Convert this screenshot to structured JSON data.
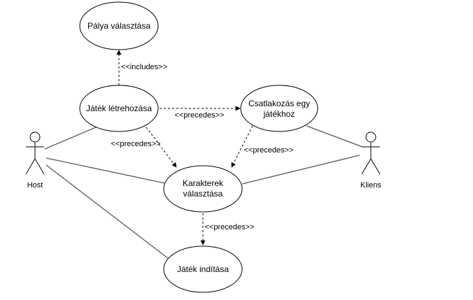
{
  "use_cases": {
    "palya": "Pálya választása",
    "letrehozas": "Játék létrehozása",
    "csatlakozas_line1": "Csatlakozás egy",
    "csatlakozas_line2": "játékhoz",
    "karakter_line1": "Karakterek",
    "karakter_line2": "választása",
    "inditas": "Játék indítása"
  },
  "actors": {
    "host": "Host",
    "kliens": "Kliens"
  },
  "relations": {
    "includes": "<<includes>>",
    "precedes_create_join": "<<precedes>>",
    "precedes_create_char": "<<precedes>>",
    "precedes_join_char": "<<precedes>>",
    "precedes_char_start": "<<precedes>>"
  },
  "colors": {
    "stroke": "#000000",
    "association": "#595959",
    "background": "#ffffff"
  }
}
